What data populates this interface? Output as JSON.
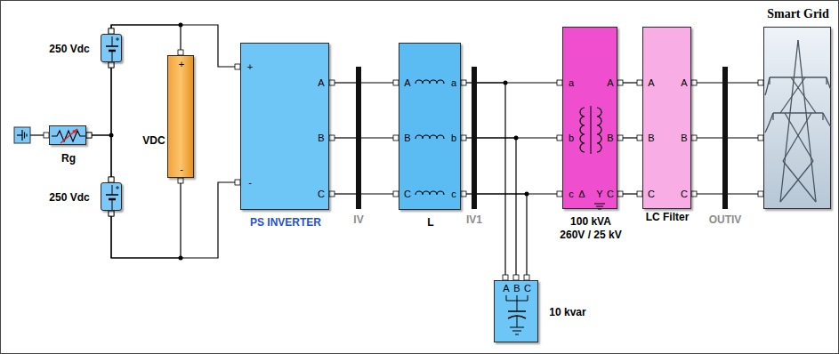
{
  "diagram": {
    "nodes": [
      {
        "text": [
          "250 Vdc"
        ]
      },
      {
        "text": [
          "250 Vdc"
        ]
      },
      {
        "text": [
          "Rg"
        ]
      },
      {
        "text": [
          "VDC",
          "+",
          "-"
        ]
      },
      {
        "text": [
          "PS INVERTER",
          "+",
          "-",
          "A",
          "B",
          "C"
        ]
      },
      {
        "text": [
          "IV"
        ]
      },
      {
        "text": [
          "L",
          "A",
          "B",
          "C",
          "a",
          "b",
          "c"
        ]
      },
      {
        "text": [
          "IV1"
        ]
      },
      {
        "text": [
          "100 kVA 260V / 25 kV",
          "a",
          "b",
          "c",
          "A",
          "B",
          "C",
          "Δ",
          "Y"
        ]
      },
      {
        "text": [
          "10 kvar",
          "A",
          "B",
          "C"
        ]
      },
      {
        "text": [
          "LC Filter",
          "A",
          "B",
          "C",
          "A",
          "B",
          "C"
        ]
      },
      {
        "text": [
          "OUTIV"
        ]
      },
      {
        "text": [
          "Smart Grid"
        ]
      }
    ],
    "edges": [
      {
        "from": 0,
        "to": 3,
        "arrow": "none"
      },
      {
        "from": 0,
        "to": 4,
        "arrow": "none"
      },
      {
        "from": 1,
        "to": 3,
        "arrow": "none"
      },
      {
        "from": 1,
        "to": 4,
        "arrow": "none"
      },
      {
        "from": 2,
        "to": 0,
        "arrow": "none"
      },
      {
        "from": 2,
        "to": 1,
        "arrow": "none"
      },
      {
        "from": 0,
        "to": 1,
        "arrow": "none"
      },
      {
        "from": 4,
        "to": 5,
        "arrow": "none"
      },
      {
        "from": 4,
        "to": 5,
        "arrow": "none"
      },
      {
        "from": 4,
        "to": 5,
        "arrow": "none"
      },
      {
        "from": 5,
        "to": 6,
        "arrow": "none"
      },
      {
        "from": 5,
        "to": 6,
        "arrow": "none"
      },
      {
        "from": 5,
        "to": 6,
        "arrow": "none"
      },
      {
        "from": 6,
        "to": 7,
        "arrow": "none"
      },
      {
        "from": 6,
        "to": 7,
        "arrow": "none"
      },
      {
        "from": 6,
        "to": 7,
        "arrow": "none"
      },
      {
        "from": 7,
        "to": 8,
        "arrow": "none"
      },
      {
        "from": 7,
        "to": 8,
        "arrow": "none"
      },
      {
        "from": 7,
        "to": 8,
        "arrow": "none"
      },
      {
        "from": 7,
        "to": 9,
        "arrow": "none"
      },
      {
        "from": 7,
        "to": 9,
        "arrow": "none"
      },
      {
        "from": 7,
        "to": 9,
        "arrow": "none"
      },
      {
        "from": 8,
        "to": 10,
        "arrow": "none"
      },
      {
        "from": 8,
        "to": 10,
        "arrow": "none"
      },
      {
        "from": 8,
        "to": 10,
        "arrow": "none"
      },
      {
        "from": 10,
        "to": 11,
        "arrow": "none"
      },
      {
        "from": 10,
        "to": 11,
        "arrow": "none"
      },
      {
        "from": 10,
        "to": 11,
        "arrow": "none"
      },
      {
        "from": 11,
        "to": 12,
        "arrow": "none"
      },
      {
        "from": 11,
        "to": 12,
        "arrow": "none"
      },
      {
        "from": 11,
        "to": 12,
        "arrow": "none"
      }
    ]
  }
}
